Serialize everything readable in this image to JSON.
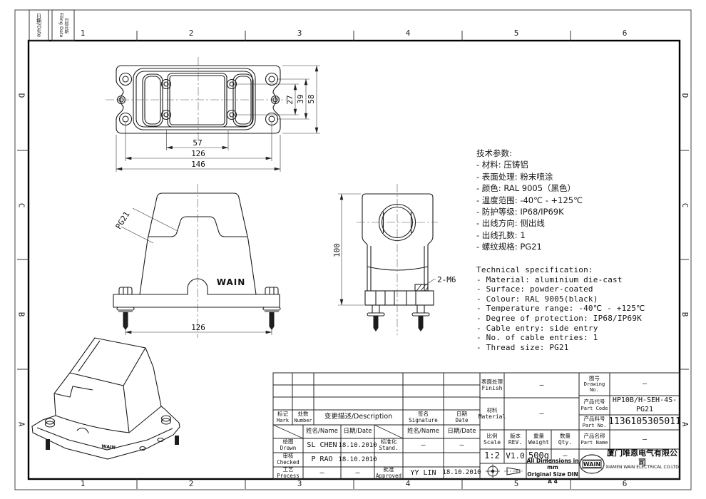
{
  "frame": {
    "zone_numbers": [
      "1",
      "2",
      "3",
      "4",
      "5",
      "6"
    ],
    "zone_letters": [
      "D",
      "C",
      "B",
      "A"
    ],
    "date_box_label": "日期/Date",
    "filing_box_zh": "归档日期",
    "filing_box_en": "Filing Date"
  },
  "drawing": {
    "top_view": {
      "dim_inner_width": "57",
      "dim_bolt_width": "126",
      "dim_total_width": "146",
      "dim_inner_height": "27",
      "dim_mid_height": "39",
      "dim_total_height": "58"
    },
    "front_view": {
      "dim_bolt_width": "126",
      "thread_label": "PG21",
      "brand": "WAIN"
    },
    "side_view": {
      "dim_height": "100",
      "stud_label": "2-M6"
    },
    "iso_view": {
      "brand": "WAIN"
    }
  },
  "tech_notes_zh": {
    "title": "技术参数:",
    "items": [
      "- 材料: 压铸铝",
      "- 表面处理: 粉末喷涂",
      "- 颜色: RAL 9005（黑色）",
      "- 温度范围: -40℃ - +125℃",
      "- 防护等级: IP68/IP69K",
      "- 出线方向: 侧出线",
      "- 出线孔数: 1",
      "- 螺纹规格: PG21"
    ]
  },
  "tech_notes_en": {
    "title": "Technical specification:",
    "items": [
      "- Material: aluminium die-cast",
      "- Surface: powder-coated",
      "- Colour: RAL 9005(black)",
      "- Temperature range: -40℃ - +125℃",
      "- Degree of protection: IP68/IP69K",
      "- Cable entry: side entry",
      "- No. of cable entries: 1",
      "- Thread size: PG21"
    ]
  },
  "titleblock": {
    "revision": {
      "header": {
        "mark_zh": "标记",
        "mark_en": "Mark",
        "number_zh": "处数",
        "number_en": "Number",
        "desc": "变更描述/Description",
        "sig_zh": "签名",
        "sig_en": "Signature",
        "date_zh": "日期",
        "date_en": "Date"
      },
      "name_hdr": "姓名/Name",
      "date_hdr": "日期/Date",
      "rows": [
        {
          "label_zh": "绘图",
          "label_en": "Drawn",
          "name": "SL CHEN",
          "date": "18.10.2010",
          "label2_zh": "标准化",
          "label2_en": "Stand.",
          "name2": "–",
          "date2": "–"
        },
        {
          "label_zh": "审核",
          "label_en": "Checked",
          "name": "P RAO",
          "date": "18.10.2010",
          "label2_zh": "",
          "label2_en": "",
          "name2": "",
          "date2": ""
        },
        {
          "label_zh": "工艺",
          "label_en": "Process",
          "name": "–",
          "date": "–",
          "label2_zh": "批准",
          "label2_en": "Approved",
          "name2": "YY LIN",
          "date2": "18.10.2010"
        }
      ]
    },
    "finish": {
      "zh": "表面处理",
      "en": "Finish",
      "value": "–"
    },
    "material": {
      "zh": "材料",
      "en": "Material",
      "value": "–"
    },
    "scale": {
      "zh": "比例",
      "en": "Scale",
      "value": "1:2"
    },
    "rev": {
      "zh": "版本",
      "en": "REV.",
      "value": "V1.0"
    },
    "weight": {
      "zh": "重量",
      "en": "Weight",
      "value": "500g"
    },
    "qty": {
      "zh": "数量",
      "en": "Qty.",
      "value": "–"
    },
    "note1": "All Dimensions in mm",
    "note2": "Original Size DIN A 4",
    "drawing_no": {
      "zh": "图号",
      "en": "Drawing No.",
      "value": "–"
    },
    "part_code": {
      "zh": "产品代号",
      "en": "Part Code",
      "value": "HP10B/H-SEH-4S-PG21"
    },
    "part_no": {
      "zh": "产品料号",
      "en": "Part No.",
      "value": "1136105305011"
    },
    "part_name": {
      "zh": "产品名称",
      "en": "Part Name",
      "value": "–"
    },
    "company": {
      "logo": "WAIN",
      "zh": "厦门唯恩电气有限公司",
      "en": "XIAMEN WAIN ELECTRICAL CO.LTD"
    }
  }
}
